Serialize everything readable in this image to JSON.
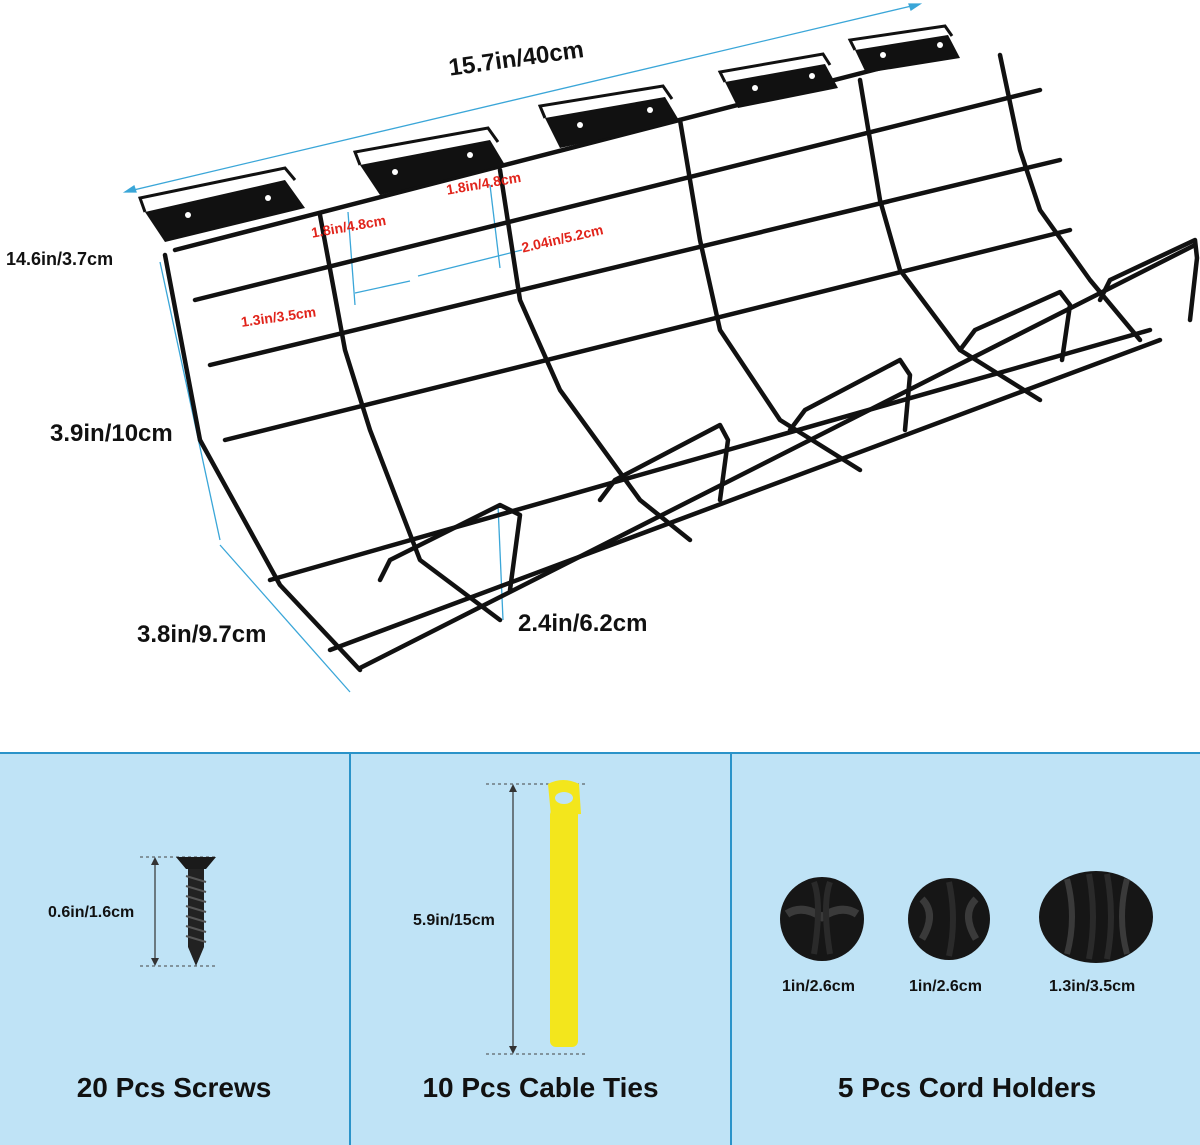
{
  "dimensions": {
    "length": "15.7in/40cm",
    "bracket": "14.6in/3.7cm",
    "height": "3.9in/10cm",
    "depth": "3.8in/9.7cm",
    "front_height": "2.4in/6.2cm",
    "slot_height_a": "1.8in/4.8cm",
    "slot_height_b": "1.8in/4.8cm",
    "slot_width_a": "1.3in/3.5cm",
    "slot_width_b": "2.04in/5.2cm"
  },
  "accessories": {
    "screws": {
      "size": "0.6in/1.6cm",
      "title": "20 Pcs Screws"
    },
    "ties": {
      "size": "5.9in/15cm",
      "title": "10 Pcs Cable Ties"
    },
    "holders": {
      "sizes": [
        "1in/2.6cm",
        "1in/2.6cm",
        "1.3in/3.5cm"
      ],
      "title": "5 Pcs Cord Holders"
    }
  },
  "colors": {
    "panel_bg": "#bfe3f6",
    "divider": "#2a93c9",
    "dimension_line": "#3aa6d8",
    "highlight_text": "#e1241b",
    "tie": "#f3e61c",
    "wire": "#111111"
  }
}
